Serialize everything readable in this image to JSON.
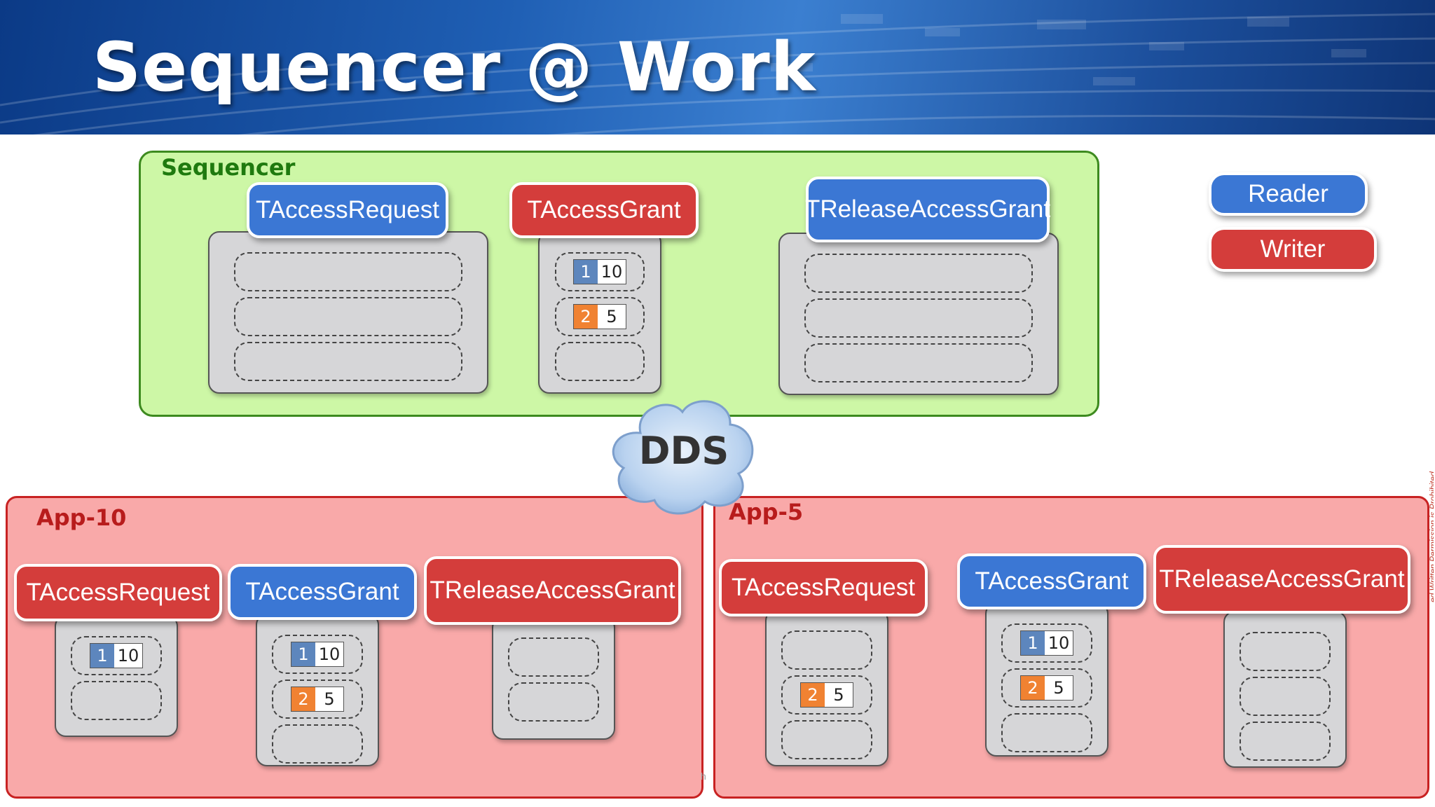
{
  "slide": {
    "title": "Sequencer @ Work"
  },
  "legend": {
    "reader": "Reader",
    "writer": "Writer"
  },
  "middleware": {
    "label": "DDS"
  },
  "sequencer": {
    "label": "Sequencer",
    "topics": [
      {
        "name": "TAccessRequest",
        "role": "reader",
        "slots": [
          null,
          null,
          null
        ]
      },
      {
        "name": "TAccessGrant",
        "role": "writer",
        "slots": [
          {
            "id": "1",
            "value": "10",
            "color": "blue"
          },
          {
            "id": "2",
            "value": "5",
            "color": "orange"
          },
          null
        ]
      },
      {
        "name": "TReleaseAccessGrant",
        "role": "reader",
        "slots": [
          null,
          null,
          null
        ]
      }
    ]
  },
  "apps": [
    {
      "label": "App-10",
      "topics": [
        {
          "name": "TAccessRequest",
          "role": "writer",
          "slots": [
            {
              "id": "1",
              "value": "10",
              "color": "blue"
            },
            null
          ]
        },
        {
          "name": "TAccessGrant",
          "role": "reader",
          "slots": [
            {
              "id": "1",
              "value": "10",
              "color": "blue"
            },
            {
              "id": "2",
              "value": "5",
              "color": "orange"
            },
            null
          ]
        },
        {
          "name": "TReleaseAccessGrant",
          "role": "writer",
          "slots": [
            null,
            null
          ]
        }
      ]
    },
    {
      "label": "App-5",
      "topics": [
        {
          "name": "TAccessRequest",
          "role": "writer",
          "slots": [
            null,
            {
              "id": "2",
              "value": "5",
              "color": "orange"
            },
            null
          ]
        },
        {
          "name": "TAccessGrant",
          "role": "reader",
          "slots": [
            {
              "id": "1",
              "value": "10",
              "color": "blue"
            },
            {
              "id": "2",
              "value": "5",
              "color": "orange"
            },
            null
          ]
        },
        {
          "name": "TReleaseAccessGrant",
          "role": "writer",
          "slots": [
            null,
            null,
            null
          ]
        }
      ]
    }
  ],
  "colors": {
    "reader": "#3b77d4",
    "writer": "#d43d3b",
    "sequencer_panel": "#cdf7a6",
    "app_panel": "#f9a9a9",
    "sample_blue": "#5d86bd",
    "sample_orange": "#f08232"
  },
  "side_note": "ed Written Permission is Prohibited.",
  "footer_fragment": "h"
}
